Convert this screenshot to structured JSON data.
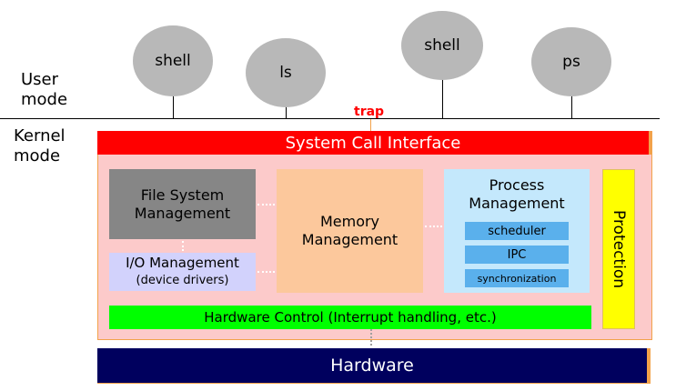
{
  "processes": [
    "shell",
    "ls",
    "shell",
    "ps"
  ],
  "user_mode_label": [
    "User",
    "mode"
  ],
  "kernel_mode_label": [
    "Kernel",
    "mode"
  ],
  "trap_label": "trap",
  "system_call_interface": "System Call Interface",
  "file_system": [
    "File System",
    "Management"
  ],
  "io_management": [
    "I/O Management",
    "(device drivers)"
  ],
  "memory_management": [
    "Memory",
    "Management"
  ],
  "process_management": {
    "title": [
      "Process",
      "Management"
    ],
    "items": [
      "scheduler",
      "IPC",
      "synchronization"
    ]
  },
  "protection": "Protection",
  "hardware_control": "Hardware Control (Interrupt handling, etc.)",
  "hardware": "Hardware",
  "colors": {
    "syscall": "#ff0000",
    "kernel_bg": "#fccaca",
    "kernel_border": "#f2a24a",
    "file_system": "#868686",
    "io": "#d2d2fc",
    "memory": "#fcc89c",
    "process": "#c4e8fc",
    "process_items": "#5ab0ec",
    "protection": "#ffff00",
    "hw_control": "#00ff00",
    "hardware": "#00005e"
  }
}
